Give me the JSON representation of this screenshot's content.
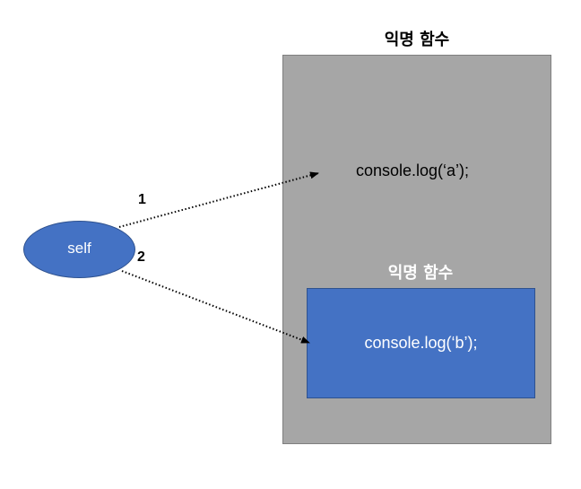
{
  "outer_function": {
    "title": "익명 함수",
    "code": "console.log(‘a’);"
  },
  "inner_function": {
    "title": "익명 함수",
    "code": "console.log(‘b’);"
  },
  "self_node": {
    "label": "self"
  },
  "arrows": [
    {
      "label": "1",
      "target": "console.log(‘a’);"
    },
    {
      "label": "2",
      "target": "inner function"
    }
  ],
  "colors": {
    "outer_box": "#a6a6a6",
    "inner_box": "#4472c4",
    "self_node": "#4472c4",
    "arrow": "#000000"
  }
}
